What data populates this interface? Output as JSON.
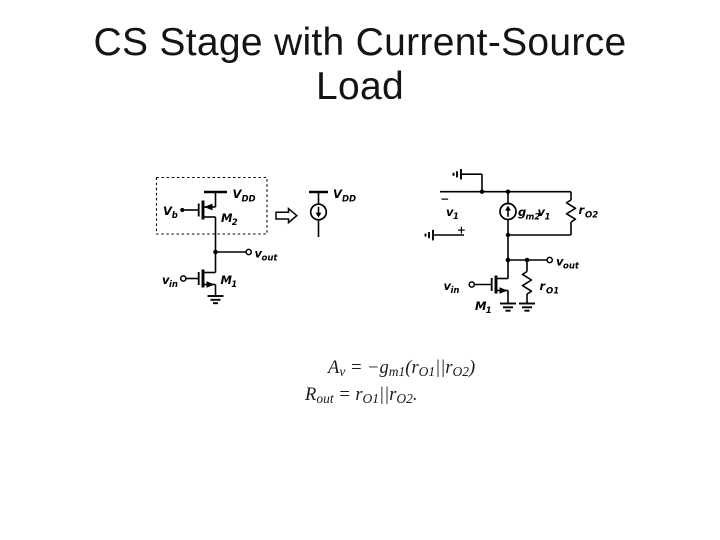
{
  "slide": {
    "title_line1": "CS Stage with Current-Source",
    "title_line2": "Load"
  },
  "colors": {
    "background": "#ffffff",
    "ink": "#000000",
    "title_text": "#141414"
  },
  "labels": {
    "vdd_main": "V",
    "vdd_sub": "DD",
    "vb_main": "V",
    "vb_sub": "b",
    "m2_main": "M",
    "m2_sub": "2",
    "m1_main": "M",
    "m1_sub": "1",
    "vout_main": "v",
    "vout_sub": "out",
    "vin_main": "v",
    "vin_sub": "in",
    "v1_main": "v",
    "v1_sub": "1",
    "gm2_main": "g",
    "gm2_sub": "m2",
    "ro1_main": "r",
    "ro1_sub": "O1",
    "ro2_main": "r",
    "ro2_sub": "O2",
    "minus_sign": "−",
    "plus_sign": "+"
  },
  "equations": {
    "gain": {
      "lhs": "A",
      "lhs_sub": "v",
      "equals": " = ",
      "minus": "−",
      "gm": "g",
      "gm_sub": "m1",
      "open_paren": "(",
      "ro1": "r",
      "ro1_sub": "O1",
      "parallel": "||",
      "ro2": "r",
      "ro2_sub": "O2",
      "close_paren": ")"
    },
    "rout": {
      "lhs": "R",
      "lhs_sub": "out",
      "equals": " = ",
      "ro1": "r",
      "ro1_sub": "O1",
      "parallel": "||",
      "ro2": "r",
      "ro2_sub": "O2",
      "period": "."
    }
  }
}
